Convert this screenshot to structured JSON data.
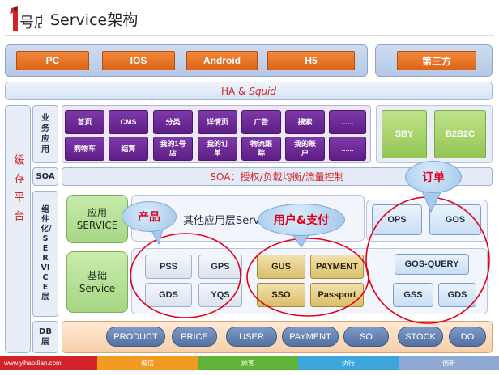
{
  "title": {
    "logo_text": "1号店",
    "heading": "Service架构"
  },
  "clients": [
    "PC",
    "IOS",
    "Android",
    "H5"
  ],
  "third_party": "第三方",
  "ha_bar": {
    "prefix": "HA & ",
    "suffix": "Squid"
  },
  "cache_column": "缓存平台",
  "biz_label": "业务应用",
  "biz_apps": [
    "首页",
    "CMS",
    "分类",
    "详情页",
    "广告",
    "搜索",
    "......",
    "购物车",
    "结算",
    "我的1号店",
    "我的订单",
    "物流跟踪",
    "我的账户",
    "......"
  ],
  "biz_side": [
    "SBY",
    "B2B2C"
  ],
  "soa_label": "SOA",
  "soa_bar": "SOA：授权/负载均衡/流量控制",
  "svc_label": "组件化/SERVICE层",
  "app_service": {
    "label_cn": "应用",
    "label_en": "SERVICE",
    "other_apps": "其他应用层Service"
  },
  "base_service": {
    "label_cn": "基础",
    "label_en": "Service"
  },
  "product_services": [
    "PSS",
    "GPS",
    "GDS",
    "YQS"
  ],
  "user_pay_services": [
    "GUS",
    "PAYMENT",
    "SSO",
    "Passport"
  ],
  "order_app_services": [
    "OPS",
    "GOS"
  ],
  "order_base_services": [
    "GOS-QUERY",
    "GSS",
    "GDS"
  ],
  "db_label": "DB层",
  "databases": [
    "PRODUCT",
    "PRICE",
    "USER",
    "PAYMENT",
    "SO",
    "STOCK",
    "DO"
  ],
  "callouts": {
    "product": "产品",
    "user_pay": "用户&支付",
    "order": "订单"
  },
  "footer": {
    "url": "www.yihaodian.com",
    "segments": [
      "诚信",
      "顾客",
      "执行",
      "创新"
    ]
  },
  "colors": {
    "accent_red": "#d2232a",
    "client_orange": "#e8721f",
    "biz_purple": "#6a2a96",
    "service_green": "#a6d683",
    "annotation_red": "#e1001a"
  }
}
